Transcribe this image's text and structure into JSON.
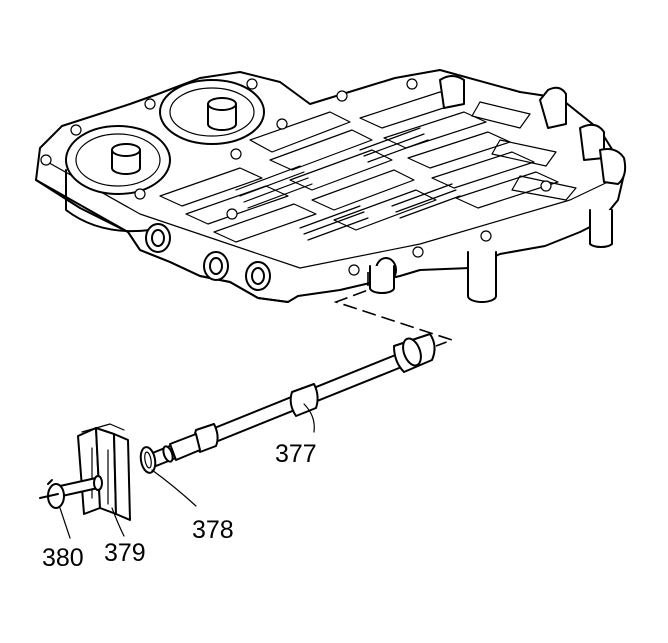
{
  "diagram": {
    "parts": [
      {
        "id": "377",
        "label": "377"
      },
      {
        "id": "378",
        "label": "378"
      },
      {
        "id": "379",
        "label": "379"
      },
      {
        "id": "380",
        "label": "380"
      }
    ]
  }
}
